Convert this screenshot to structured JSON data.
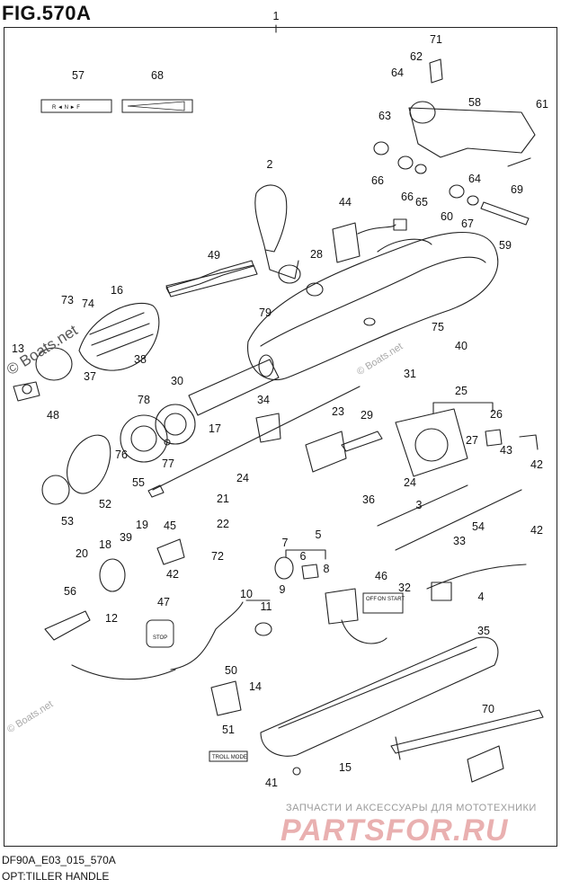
{
  "figure": {
    "title": "FIG.570A",
    "code": "DF90A_E03_015_570A",
    "subtitle": "OPT:TILLER HANDLE"
  },
  "watermarks": {
    "site": "© Boats.net",
    "dealer_line": "ЗАПЧАСТИ И АКСЕССУАРЫ ДЛЯ МОТОТЕХНИКИ",
    "dealer_logo_text": "PARTSFOR.RU"
  },
  "decals": {
    "shift": "R ◄ N ► F",
    "stop": "STOP",
    "switch_labels": [
      "OFF",
      "ON",
      "START"
    ],
    "troll_mode": "TROLL MODE"
  },
  "callouts": [
    {
      "id": "c1",
      "number": "1"
    },
    {
      "id": "c2",
      "number": "2"
    },
    {
      "id": "c3",
      "number": "3"
    },
    {
      "id": "c4",
      "number": "4"
    },
    {
      "id": "c5",
      "number": "5"
    },
    {
      "id": "c6",
      "number": "6"
    },
    {
      "id": "c7",
      "number": "7"
    },
    {
      "id": "c8",
      "number": "8"
    },
    {
      "id": "c9",
      "number": "9"
    },
    {
      "id": "c10",
      "number": "10"
    },
    {
      "id": "c11",
      "number": "11"
    },
    {
      "id": "c12",
      "number": "12"
    },
    {
      "id": "c13",
      "number": "13"
    },
    {
      "id": "c14",
      "number": "14"
    },
    {
      "id": "c15",
      "number": "15"
    },
    {
      "id": "c16",
      "number": "16"
    },
    {
      "id": "c17",
      "number": "17"
    },
    {
      "id": "c18",
      "number": "18"
    },
    {
      "id": "c19",
      "number": "19"
    },
    {
      "id": "c20",
      "number": "20"
    },
    {
      "id": "c21",
      "number": "21"
    },
    {
      "id": "c22",
      "number": "22"
    },
    {
      "id": "c23",
      "number": "23"
    },
    {
      "id": "c24a",
      "number": "24"
    },
    {
      "id": "c24b",
      "number": "24"
    },
    {
      "id": "c25",
      "number": "25"
    },
    {
      "id": "c26",
      "number": "26"
    },
    {
      "id": "c27",
      "number": "27"
    },
    {
      "id": "c28",
      "number": "28"
    },
    {
      "id": "c29",
      "number": "29"
    },
    {
      "id": "c30",
      "number": "30"
    },
    {
      "id": "c31",
      "number": "31"
    },
    {
      "id": "c32",
      "number": "32"
    },
    {
      "id": "c33",
      "number": "33"
    },
    {
      "id": "c34",
      "number": "34"
    },
    {
      "id": "c35",
      "number": "35"
    },
    {
      "id": "c36",
      "number": "36"
    },
    {
      "id": "c37",
      "number": "37"
    },
    {
      "id": "c38",
      "number": "38"
    },
    {
      "id": "c39",
      "number": "39"
    },
    {
      "id": "c40",
      "number": "40"
    },
    {
      "id": "c41",
      "number": "41"
    },
    {
      "id": "c42a",
      "number": "42"
    },
    {
      "id": "c42b",
      "number": "42"
    },
    {
      "id": "c42c",
      "number": "42"
    },
    {
      "id": "c43",
      "number": "43"
    },
    {
      "id": "c44",
      "number": "44"
    },
    {
      "id": "c45",
      "number": "45"
    },
    {
      "id": "c46",
      "number": "46"
    },
    {
      "id": "c47",
      "number": "47"
    },
    {
      "id": "c48",
      "number": "48"
    },
    {
      "id": "c49",
      "number": "49"
    },
    {
      "id": "c50",
      "number": "50"
    },
    {
      "id": "c51",
      "number": "51"
    },
    {
      "id": "c52",
      "number": "52"
    },
    {
      "id": "c53",
      "number": "53"
    },
    {
      "id": "c54",
      "number": "54"
    },
    {
      "id": "c55",
      "number": "55"
    },
    {
      "id": "c56",
      "number": "56"
    },
    {
      "id": "c57",
      "number": "57"
    },
    {
      "id": "c58",
      "number": "58"
    },
    {
      "id": "c59",
      "number": "59"
    },
    {
      "id": "c60",
      "number": "60"
    },
    {
      "id": "c61",
      "number": "61"
    },
    {
      "id": "c62",
      "number": "62"
    },
    {
      "id": "c63",
      "number": "63"
    },
    {
      "id": "c64a",
      "number": "64"
    },
    {
      "id": "c64b",
      "number": "64"
    },
    {
      "id": "c65",
      "number": "65"
    },
    {
      "id": "c66a",
      "number": "66"
    },
    {
      "id": "c66b",
      "number": "66"
    },
    {
      "id": "c67",
      "number": "67"
    },
    {
      "id": "c68",
      "number": "68"
    },
    {
      "id": "c69",
      "number": "69"
    },
    {
      "id": "c70",
      "number": "70"
    },
    {
      "id": "c71",
      "number": "71"
    },
    {
      "id": "c72",
      "number": "72"
    },
    {
      "id": "c73",
      "number": "73"
    },
    {
      "id": "c74",
      "number": "74"
    },
    {
      "id": "c75",
      "number": "75"
    },
    {
      "id": "c76",
      "number": "76"
    },
    {
      "id": "c77",
      "number": "77"
    },
    {
      "id": "c78",
      "number": "78"
    },
    {
      "id": "c79",
      "number": "79"
    }
  ]
}
